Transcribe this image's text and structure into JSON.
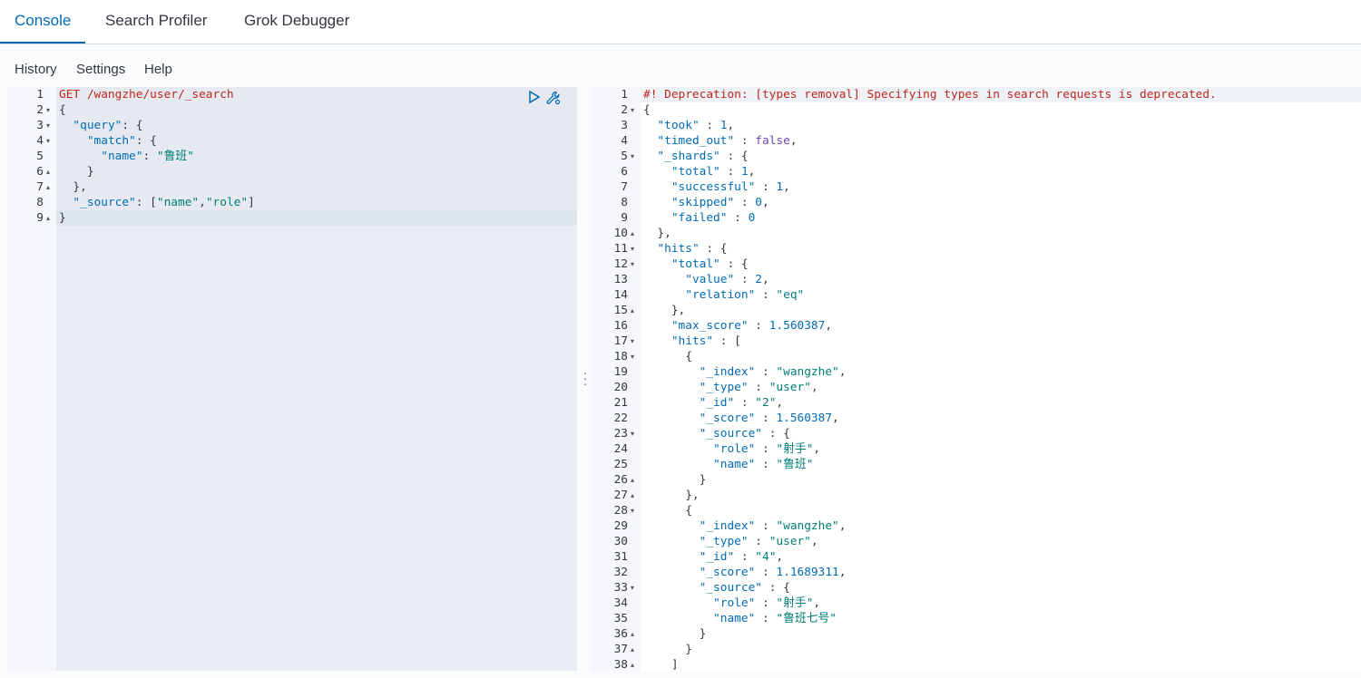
{
  "tabs": [
    {
      "label": "Console",
      "active": true
    },
    {
      "label": "Search Profiler",
      "active": false
    },
    {
      "label": "Grok Debugger",
      "active": false
    }
  ],
  "menu": [
    "History",
    "Settings",
    "Help"
  ],
  "icons": {
    "run": "play-icon",
    "settings": "wrench-icon"
  },
  "colors": {
    "accent": "#006bb4",
    "string": "#017d73",
    "error": "#bd271e"
  },
  "request_lines": [
    {
      "n": "1",
      "fold": "",
      "t": [
        [
          "GET /wangzhe/user/_search",
          "c-red"
        ]
      ]
    },
    {
      "n": "2",
      "fold": "▾",
      "t": [
        [
          "{",
          "c-punc"
        ]
      ]
    },
    {
      "n": "3",
      "fold": "▾",
      "t": [
        [
          "  ",
          ""
        ],
        [
          "\"query\"",
          "c-key"
        ],
        [
          ": {",
          "c-punc"
        ]
      ]
    },
    {
      "n": "4",
      "fold": "▾",
      "t": [
        [
          "    ",
          ""
        ],
        [
          "\"match\"",
          "c-key"
        ],
        [
          ": {",
          "c-punc"
        ]
      ]
    },
    {
      "n": "5",
      "fold": "",
      "t": [
        [
          "      ",
          ""
        ],
        [
          "\"name\"",
          "c-key"
        ],
        [
          ": ",
          "c-punc"
        ],
        [
          "\"鲁班\"",
          "c-str"
        ]
      ]
    },
    {
      "n": "6",
      "fold": "▴",
      "t": [
        [
          "    }",
          "c-punc"
        ]
      ]
    },
    {
      "n": "7",
      "fold": "▴",
      "t": [
        [
          "  },",
          "c-punc"
        ]
      ]
    },
    {
      "n": "8",
      "fold": "",
      "t": [
        [
          "  ",
          ""
        ],
        [
          "\"_source\"",
          "c-key"
        ],
        [
          ": [",
          "c-punc"
        ],
        [
          "\"name\"",
          "c-str"
        ],
        [
          ",",
          "c-punc"
        ],
        [
          "\"role\"",
          "c-str"
        ],
        [
          "]",
          "c-punc"
        ]
      ]
    },
    {
      "n": "9",
      "fold": "▴",
      "t": [
        [
          "}",
          "c-punc"
        ]
      ]
    }
  ],
  "response_lines": [
    {
      "n": "1",
      "fold": "",
      "t": [
        [
          "#! Deprecation: [types removal] Specifying types in search requests is deprecated.",
          "c-comment"
        ]
      ]
    },
    {
      "n": "2",
      "fold": "▾",
      "t": [
        [
          "{",
          "c-punc"
        ]
      ]
    },
    {
      "n": "3",
      "fold": "",
      "t": [
        [
          "  ",
          ""
        ],
        [
          "\"took\"",
          "c-key"
        ],
        [
          " : ",
          "c-punc"
        ],
        [
          "1",
          "c-num"
        ],
        [
          ",",
          "c-punc"
        ]
      ]
    },
    {
      "n": "4",
      "fold": "",
      "t": [
        [
          "  ",
          ""
        ],
        [
          "\"timed_out\"",
          "c-key"
        ],
        [
          " : ",
          "c-punc"
        ],
        [
          "false",
          "c-bool"
        ],
        [
          ",",
          "c-punc"
        ]
      ]
    },
    {
      "n": "5",
      "fold": "▾",
      "t": [
        [
          "  ",
          ""
        ],
        [
          "\"_shards\"",
          "c-key"
        ],
        [
          " : {",
          "c-punc"
        ]
      ]
    },
    {
      "n": "6",
      "fold": "",
      "t": [
        [
          "    ",
          ""
        ],
        [
          "\"total\"",
          "c-key"
        ],
        [
          " : ",
          "c-punc"
        ],
        [
          "1",
          "c-num"
        ],
        [
          ",",
          "c-punc"
        ]
      ]
    },
    {
      "n": "7",
      "fold": "",
      "t": [
        [
          "    ",
          ""
        ],
        [
          "\"successful\"",
          "c-key"
        ],
        [
          " : ",
          "c-punc"
        ],
        [
          "1",
          "c-num"
        ],
        [
          ",",
          "c-punc"
        ]
      ]
    },
    {
      "n": "8",
      "fold": "",
      "t": [
        [
          "    ",
          ""
        ],
        [
          "\"skipped\"",
          "c-key"
        ],
        [
          " : ",
          "c-punc"
        ],
        [
          "0",
          "c-num"
        ],
        [
          ",",
          "c-punc"
        ]
      ]
    },
    {
      "n": "9",
      "fold": "",
      "t": [
        [
          "    ",
          ""
        ],
        [
          "\"failed\"",
          "c-key"
        ],
        [
          " : ",
          "c-punc"
        ],
        [
          "0",
          "c-num"
        ]
      ]
    },
    {
      "n": "10",
      "fold": "▴",
      "t": [
        [
          "  },",
          "c-punc"
        ]
      ]
    },
    {
      "n": "11",
      "fold": "▾",
      "t": [
        [
          "  ",
          ""
        ],
        [
          "\"hits\"",
          "c-key"
        ],
        [
          " : {",
          "c-punc"
        ]
      ]
    },
    {
      "n": "12",
      "fold": "▾",
      "t": [
        [
          "    ",
          ""
        ],
        [
          "\"total\"",
          "c-key"
        ],
        [
          " : {",
          "c-punc"
        ]
      ]
    },
    {
      "n": "13",
      "fold": "",
      "t": [
        [
          "      ",
          ""
        ],
        [
          "\"value\"",
          "c-key"
        ],
        [
          " : ",
          "c-punc"
        ],
        [
          "2",
          "c-num"
        ],
        [
          ",",
          "c-punc"
        ]
      ]
    },
    {
      "n": "14",
      "fold": "",
      "t": [
        [
          "      ",
          ""
        ],
        [
          "\"relation\"",
          "c-key"
        ],
        [
          " : ",
          "c-punc"
        ],
        [
          "\"eq\"",
          "c-str"
        ]
      ]
    },
    {
      "n": "15",
      "fold": "▴",
      "t": [
        [
          "    },",
          "c-punc"
        ]
      ]
    },
    {
      "n": "16",
      "fold": "",
      "t": [
        [
          "    ",
          ""
        ],
        [
          "\"max_score\"",
          "c-key"
        ],
        [
          " : ",
          "c-punc"
        ],
        [
          "1.560387",
          "c-num"
        ],
        [
          ",",
          "c-punc"
        ]
      ]
    },
    {
      "n": "17",
      "fold": "▾",
      "t": [
        [
          "    ",
          ""
        ],
        [
          "\"hits\"",
          "c-key"
        ],
        [
          " : [",
          "c-punc"
        ]
      ]
    },
    {
      "n": "18",
      "fold": "▾",
      "t": [
        [
          "      {",
          "c-punc"
        ]
      ]
    },
    {
      "n": "19",
      "fold": "",
      "t": [
        [
          "        ",
          ""
        ],
        [
          "\"_index\"",
          "c-key"
        ],
        [
          " : ",
          "c-punc"
        ],
        [
          "\"wangzhe\"",
          "c-str"
        ],
        [
          ",",
          "c-punc"
        ]
      ]
    },
    {
      "n": "20",
      "fold": "",
      "t": [
        [
          "        ",
          ""
        ],
        [
          "\"_type\"",
          "c-key"
        ],
        [
          " : ",
          "c-punc"
        ],
        [
          "\"user\"",
          "c-str"
        ],
        [
          ",",
          "c-punc"
        ]
      ]
    },
    {
      "n": "21",
      "fold": "",
      "t": [
        [
          "        ",
          ""
        ],
        [
          "\"_id\"",
          "c-key"
        ],
        [
          " : ",
          "c-punc"
        ],
        [
          "\"2\"",
          "c-str"
        ],
        [
          ",",
          "c-punc"
        ]
      ]
    },
    {
      "n": "22",
      "fold": "",
      "t": [
        [
          "        ",
          ""
        ],
        [
          "\"_score\"",
          "c-key"
        ],
        [
          " : ",
          "c-punc"
        ],
        [
          "1.560387",
          "c-num"
        ],
        [
          ",",
          "c-punc"
        ]
      ]
    },
    {
      "n": "23",
      "fold": "▾",
      "t": [
        [
          "        ",
          ""
        ],
        [
          "\"_source\"",
          "c-key"
        ],
        [
          " : {",
          "c-punc"
        ]
      ]
    },
    {
      "n": "24",
      "fold": "",
      "t": [
        [
          "          ",
          ""
        ],
        [
          "\"role\"",
          "c-key"
        ],
        [
          " : ",
          "c-punc"
        ],
        [
          "\"射手\"",
          "c-str"
        ],
        [
          ",",
          "c-punc"
        ]
      ]
    },
    {
      "n": "25",
      "fold": "",
      "t": [
        [
          "          ",
          ""
        ],
        [
          "\"name\"",
          "c-key"
        ],
        [
          " : ",
          "c-punc"
        ],
        [
          "\"鲁班\"",
          "c-str"
        ]
      ]
    },
    {
      "n": "26",
      "fold": "▴",
      "t": [
        [
          "        }",
          "c-punc"
        ]
      ]
    },
    {
      "n": "27",
      "fold": "▴",
      "t": [
        [
          "      },",
          "c-punc"
        ]
      ]
    },
    {
      "n": "28",
      "fold": "▾",
      "t": [
        [
          "      {",
          "c-punc"
        ]
      ]
    },
    {
      "n": "29",
      "fold": "",
      "t": [
        [
          "        ",
          ""
        ],
        [
          "\"_index\"",
          "c-key"
        ],
        [
          " : ",
          "c-punc"
        ],
        [
          "\"wangzhe\"",
          "c-str"
        ],
        [
          ",",
          "c-punc"
        ]
      ]
    },
    {
      "n": "30",
      "fold": "",
      "t": [
        [
          "        ",
          ""
        ],
        [
          "\"_type\"",
          "c-key"
        ],
        [
          " : ",
          "c-punc"
        ],
        [
          "\"user\"",
          "c-str"
        ],
        [
          ",",
          "c-punc"
        ]
      ]
    },
    {
      "n": "31",
      "fold": "",
      "t": [
        [
          "        ",
          ""
        ],
        [
          "\"_id\"",
          "c-key"
        ],
        [
          " : ",
          "c-punc"
        ],
        [
          "\"4\"",
          "c-str"
        ],
        [
          ",",
          "c-punc"
        ]
      ]
    },
    {
      "n": "32",
      "fold": "",
      "t": [
        [
          "        ",
          ""
        ],
        [
          "\"_score\"",
          "c-key"
        ],
        [
          " : ",
          "c-punc"
        ],
        [
          "1.1689311",
          "c-num"
        ],
        [
          ",",
          "c-punc"
        ]
      ]
    },
    {
      "n": "33",
      "fold": "▾",
      "t": [
        [
          "        ",
          ""
        ],
        [
          "\"_source\"",
          "c-key"
        ],
        [
          " : {",
          "c-punc"
        ]
      ]
    },
    {
      "n": "34",
      "fold": "",
      "t": [
        [
          "          ",
          ""
        ],
        [
          "\"role\"",
          "c-key"
        ],
        [
          " : ",
          "c-punc"
        ],
        [
          "\"射手\"",
          "c-str"
        ],
        [
          ",",
          "c-punc"
        ]
      ]
    },
    {
      "n": "35",
      "fold": "",
      "t": [
        [
          "          ",
          ""
        ],
        [
          "\"name\"",
          "c-key"
        ],
        [
          " : ",
          "c-punc"
        ],
        [
          "\"鲁班七号\"",
          "c-str"
        ]
      ]
    },
    {
      "n": "36",
      "fold": "▴",
      "t": [
        [
          "        }",
          "c-punc"
        ]
      ]
    },
    {
      "n": "37",
      "fold": "▴",
      "t": [
        [
          "      }",
          "c-punc"
        ]
      ]
    },
    {
      "n": "38",
      "fold": "▴",
      "t": [
        [
          "    ]",
          "c-punc"
        ]
      ]
    }
  ]
}
